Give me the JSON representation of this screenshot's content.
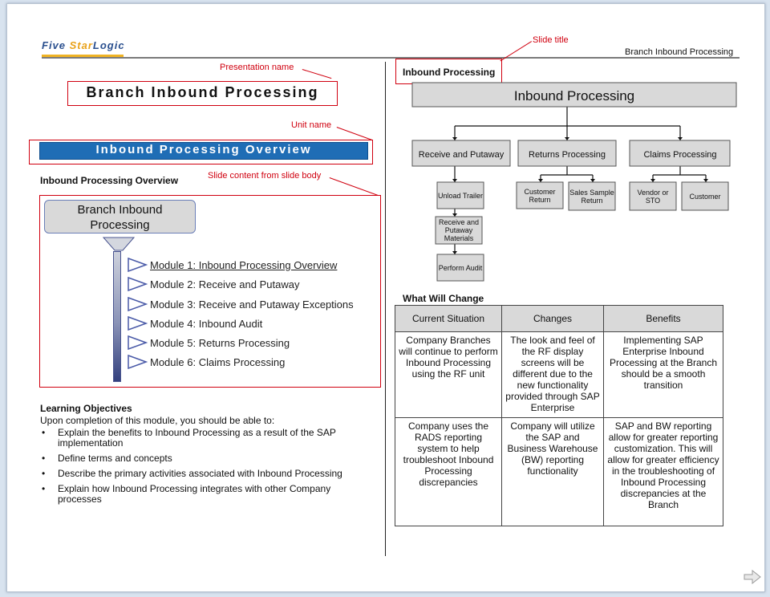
{
  "header": {
    "logo_left": "Five ",
    "logo_star": "Star",
    "logo_right": "Logic",
    "title": "Branch Inbound Processing"
  },
  "callouts": {
    "presentation_name": "Presentation name",
    "unit_name": "Unit name",
    "slide_content": "Slide content from slide body",
    "slide_title": "Slide title"
  },
  "left": {
    "presentation_name": "Branch Inbound Processing",
    "unit_name": "Inbound Processing Overview",
    "overview_heading": "Inbound Processing Overview",
    "branch_box": "Branch Inbound Processing",
    "modules": [
      "Module 1: Inbound Processing Overview",
      "Module 2: Receive and Putaway",
      "Module 3: Receive and Putaway Exceptions",
      "Module 4: Inbound Audit",
      "Module 5: Returns Processing",
      "Module 6: Claims Processing"
    ],
    "objectives_heading": "Learning Objectives",
    "objectives_intro": "Upon completion of this module, you should be able to:",
    "objectives": [
      "Explain the benefits to Inbound Processing as a result of the SAP implementation",
      "Define terms and concepts",
      "Describe the primary activities associated with Inbound Processing",
      "Explain how Inbound Processing integrates with other Company processes"
    ]
  },
  "right": {
    "slide_title": "Inbound Processing",
    "org": {
      "root": "Inbound Processing",
      "branches": [
        "Receive and Putaway",
        "Returns Processing",
        "Claims Processing"
      ],
      "receive_children": [
        "Unload Trailer",
        "Receive and Putaway Materials",
        "Perform Audit"
      ],
      "returns_children": [
        "Customer Return",
        "Sales Sample Return"
      ],
      "claims_children": [
        "Vendor or STO",
        "Customer"
      ]
    },
    "wwc_heading": "What Will Change",
    "table": {
      "headers": [
        "Current Situation",
        "Changes",
        "Benefits"
      ],
      "rows": [
        [
          "Company Branches will continue to perform Inbound Processing using the RF unit",
          "The look and feel of the RF display screens will be different due to the new functionality provided through SAP Enterprise",
          "Implementing SAP Enterprise Inbound Processing at the Branch should be a smooth transition"
        ],
        [
          "Company uses the RADS reporting system to help troubleshoot Inbound Processing discrepancies",
          "Company will utilize the SAP and Business Warehouse (BW) reporting functionality",
          "SAP and BW reporting allow for greater reporting customization. This will allow for greater efficiency in the troubleshooting of Inbound Processing discrepancies at the Branch"
        ]
      ]
    }
  },
  "colors": {
    "accent_blue": "#1f6db5",
    "callout_red": "#d0000f",
    "logo_gold": "#f0b323",
    "logo_blue": "#2a4f8e"
  },
  "icons": {
    "next": "next-arrow-icon",
    "module_bullet": "triangle-right-icon"
  }
}
